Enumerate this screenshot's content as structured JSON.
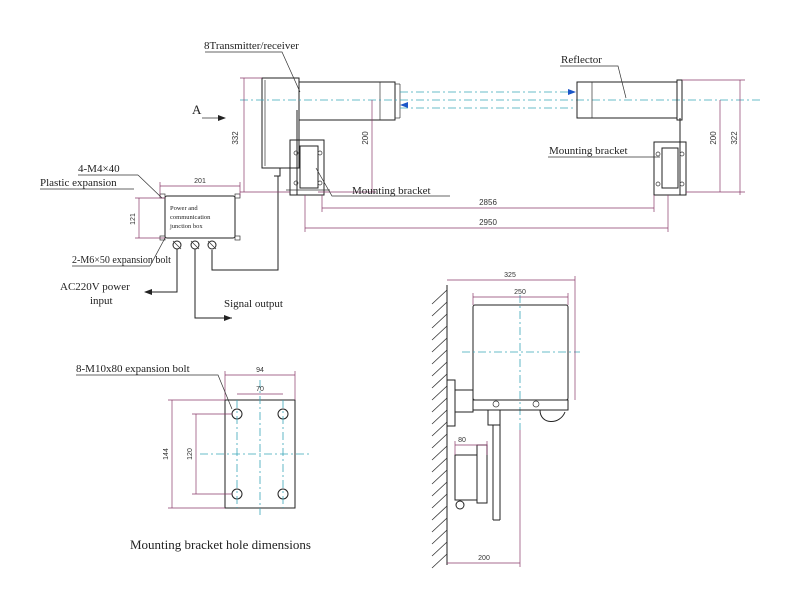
{
  "labels": {
    "transmitter": "8Transmitter/receiver",
    "reflector": "Reflector",
    "view_a": "A",
    "mounting_bracket_right": "Mounting bracket",
    "mounting_bracket_left": "Mounting bracket",
    "screw": "4-M4×40",
    "plastic_expansion": "Plastic expansion",
    "junction_box_line1": "Power and",
    "junction_box_line2": "communication",
    "junction_box_line3": "junction box",
    "expansion_bolt_small": "2-M6×50 expansion bolt",
    "ac_power_line1": "AC220V power",
    "ac_power_line2": "input",
    "signal_output": "Signal output",
    "expansion_bolt_large": "8-M10x80 expansion bolt",
    "hole_dimensions": "Mounting bracket hole dimensions"
  },
  "dimensions": {
    "left_height": "332",
    "left_bracket": "200",
    "right_bracket": "200",
    "right_height": "322",
    "span_inner": "2856",
    "span_outer": "2950",
    "box_width": "201",
    "box_height": "121",
    "hole_outer_w": "94",
    "hole_inner_w": "70",
    "hole_outer_h": "144",
    "hole_inner_h": "120",
    "side_outer_w": "325",
    "side_inner_w": "250",
    "side_small": "80",
    "side_bottom": "200"
  }
}
